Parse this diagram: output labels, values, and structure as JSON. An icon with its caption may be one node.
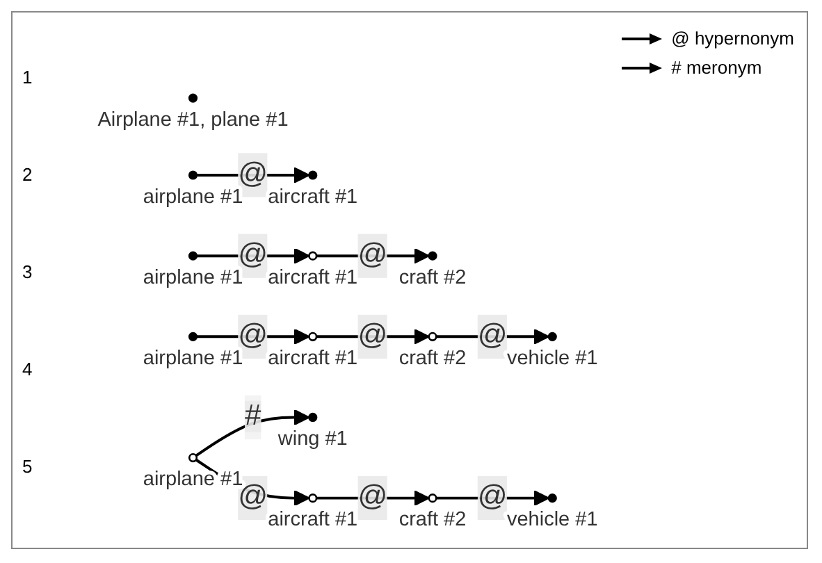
{
  "diagram": {
    "nodes": [
      {
        "text": [],
        "shape": "circle",
        "beside": [
          "Airplane #1, plane #1"
        ]
      },
      {
        "text": [],
        "shape": "circle",
        "beside": [
          "airplane #1"
        ]
      },
      {
        "text": [],
        "shape": "circle",
        "beside": [
          "aircraft #1"
        ]
      },
      {
        "text": [],
        "shape": "circle",
        "beside": [
          "airplane #1"
        ]
      },
      {
        "text": [],
        "shape": "circle",
        "beside": [
          "aircraft #1"
        ]
      },
      {
        "text": [],
        "shape": "circle",
        "beside": [
          "craft #2"
        ]
      },
      {
        "text": [],
        "shape": "circle",
        "beside": [
          "airplane #1"
        ]
      },
      {
        "text": [],
        "shape": "circle",
        "beside": [
          "aircraft #1"
        ]
      },
      {
        "text": [],
        "shape": "circle",
        "beside": [
          "craft #2"
        ]
      },
      {
        "text": [],
        "shape": "circle",
        "beside": [
          "vehicle #1"
        ]
      },
      {
        "text": [],
        "shape": "circle",
        "beside": [
          "wing #1"
        ]
      },
      {
        "text": [],
        "shape": "circle",
        "beside": [
          "airplane #1"
        ]
      },
      {
        "text": [],
        "shape": "circle",
        "beside": [
          "aircraft #1"
        ]
      },
      {
        "text": [],
        "shape": "circle",
        "beside": [
          "craft #2"
        ]
      },
      {
        "text": [],
        "shape": "circle",
        "beside": [
          "vehicle #1"
        ]
      }
    ],
    "edges": [
      {
        "from": 1,
        "to": 2,
        "arrow": "to",
        "label": "@"
      },
      {
        "from": 3,
        "to": 4,
        "arrow": "to",
        "label": "@"
      },
      {
        "from": 4,
        "to": 5,
        "arrow": "to",
        "label": "@"
      },
      {
        "from": 6,
        "to": 7,
        "arrow": "to",
        "label": "@"
      },
      {
        "from": 7,
        "to": 8,
        "arrow": "to",
        "label": "@"
      },
      {
        "from": 8,
        "to": 9,
        "arrow": "to",
        "label": "@"
      },
      {
        "from": 11,
        "to": 10,
        "arrow": "to",
        "label": "#"
      },
      {
        "from": 11,
        "to": 12,
        "arrow": "to",
        "label": "@"
      },
      {
        "from": 12,
        "to": 13,
        "arrow": "to",
        "label": "@"
      },
      {
        "from": 13,
        "to": 14,
        "arrow": "to",
        "label": "@"
      }
    ],
    "labels": [
      "1",
      "2",
      "3",
      "4",
      "5"
    ],
    "legend": [
      {
        "text": "@ hypernonym"
      },
      {
        "text": "# meronym"
      }
    ]
  }
}
